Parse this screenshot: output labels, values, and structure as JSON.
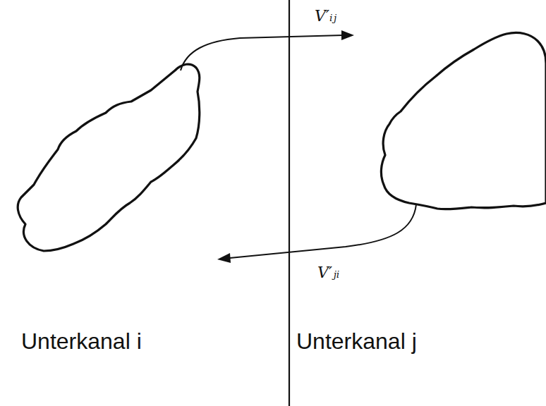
{
  "diagram": {
    "labels": [
      "V′ᵢⱼ",
      "V′ⱼᵢ",
      "Unterkanal i",
      "Unterkanal j"
    ]
  }
}
